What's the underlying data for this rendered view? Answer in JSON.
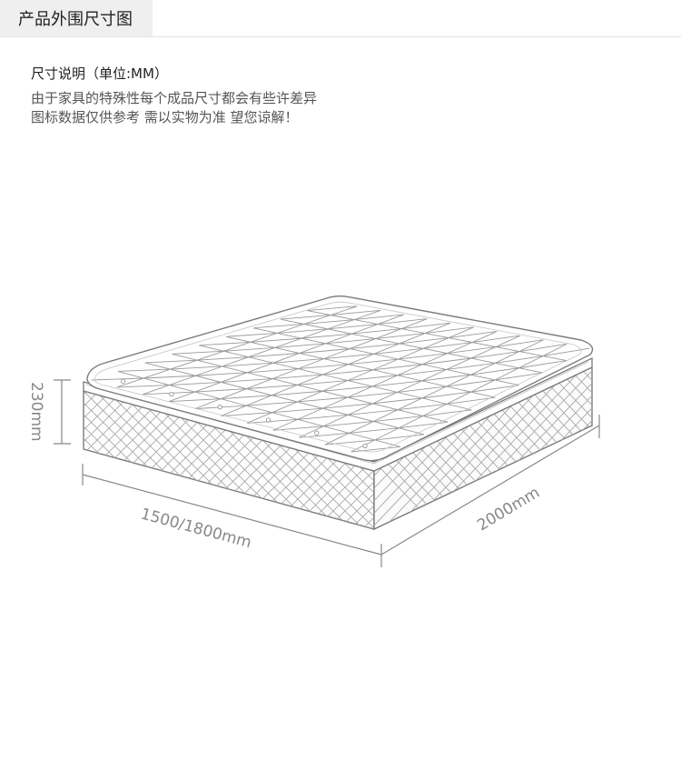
{
  "header": {
    "title": "产品外围尺寸图"
  },
  "intro": {
    "title": "尺寸说明（单位:MM）",
    "lines": [
      "由于家具的特殊性每个成品尺寸都会有些许差异",
      "图标数据仅供参考 需以实物为准 望您谅解！"
    ]
  },
  "dimensions": {
    "height": "230mm",
    "width": "1500/1800mm",
    "length": "2000mm"
  },
  "colors": {
    "stroke": "#7a7a7a",
    "dimension": "#888888",
    "tab_bg": "#efefef"
  }
}
